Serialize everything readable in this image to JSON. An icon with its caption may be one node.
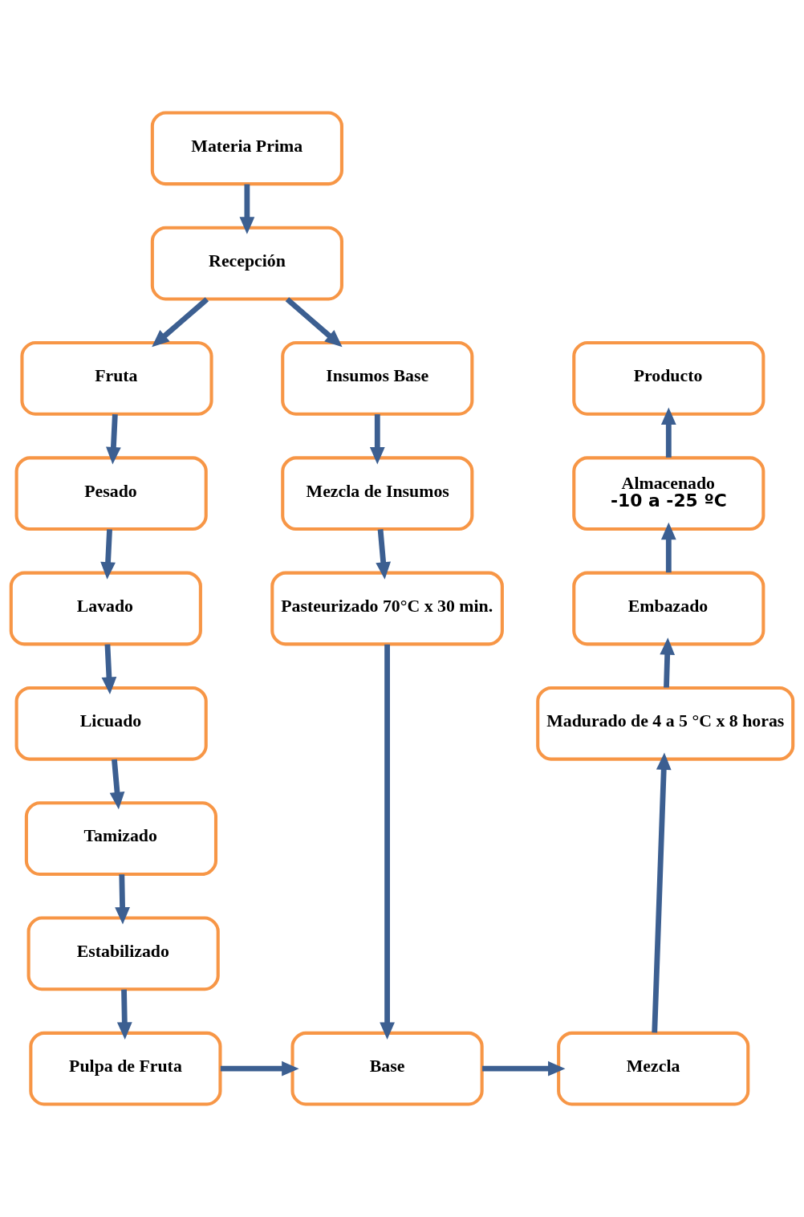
{
  "diagram": {
    "nodes": [
      {
        "text": [
          "Materia Prima"
        ]
      },
      {
        "text": [
          "Recepción"
        ]
      },
      {
        "text": [
          "Fruta"
        ]
      },
      {
        "text": [
          "Insumos Base"
        ]
      },
      {
        "text": [
          "Producto"
        ]
      },
      {
        "text": [
          "Pesado"
        ]
      },
      {
        "text": [
          "Mezcla de Insumos"
        ]
      },
      {
        "text": [
          "Almacenado",
          "-10 a -25 ºC"
        ]
      },
      {
        "text": [
          "Lavado"
        ]
      },
      {
        "text": [
          "Pasteurizado 70°C x 30 min."
        ]
      },
      {
        "text": [
          "Embazado"
        ]
      },
      {
        "text": [
          "Licuado"
        ]
      },
      {
        "text": [
          "Madurado de 4 a 5 °C x 8 horas"
        ]
      },
      {
        "text": [
          "Tamizado"
        ]
      },
      {
        "text": [
          "Estabilizado"
        ]
      },
      {
        "text": [
          "Pulpa de Fruta"
        ]
      },
      {
        "text": [
          "Base"
        ]
      },
      {
        "text": [
          "Mezcla"
        ]
      }
    ],
    "edges": [
      {
        "from": 0,
        "to": 1,
        "arrow": "to"
      },
      {
        "from": 1,
        "to": 2,
        "arrow": "to"
      },
      {
        "from": 1,
        "to": 3,
        "arrow": "to"
      },
      {
        "from": 3,
        "to": 6,
        "arrow": "to"
      },
      {
        "from": 6,
        "to": 9,
        "arrow": "to"
      },
      {
        "from": 9,
        "to": 16,
        "arrow": "to"
      },
      {
        "from": 2,
        "to": 5,
        "arrow": "to"
      },
      {
        "from": 5,
        "to": 8,
        "arrow": "to"
      },
      {
        "from": 8,
        "to": 11,
        "arrow": "to"
      },
      {
        "from": 11,
        "to": 13,
        "arrow": "to"
      },
      {
        "from": 13,
        "to": 14,
        "arrow": "to"
      },
      {
        "from": 14,
        "to": 15,
        "arrow": "to"
      },
      {
        "from": 15,
        "to": 16,
        "arrow": "to"
      },
      {
        "from": 16,
        "to": 17,
        "arrow": "to"
      },
      {
        "from": 17,
        "to": 12,
        "arrow": "to"
      },
      {
        "from": 12,
        "to": 10,
        "arrow": "to"
      },
      {
        "from": 10,
        "to": 7,
        "arrow": "to"
      },
      {
        "from": 7,
        "to": 4,
        "arrow": "to"
      }
    ]
  }
}
